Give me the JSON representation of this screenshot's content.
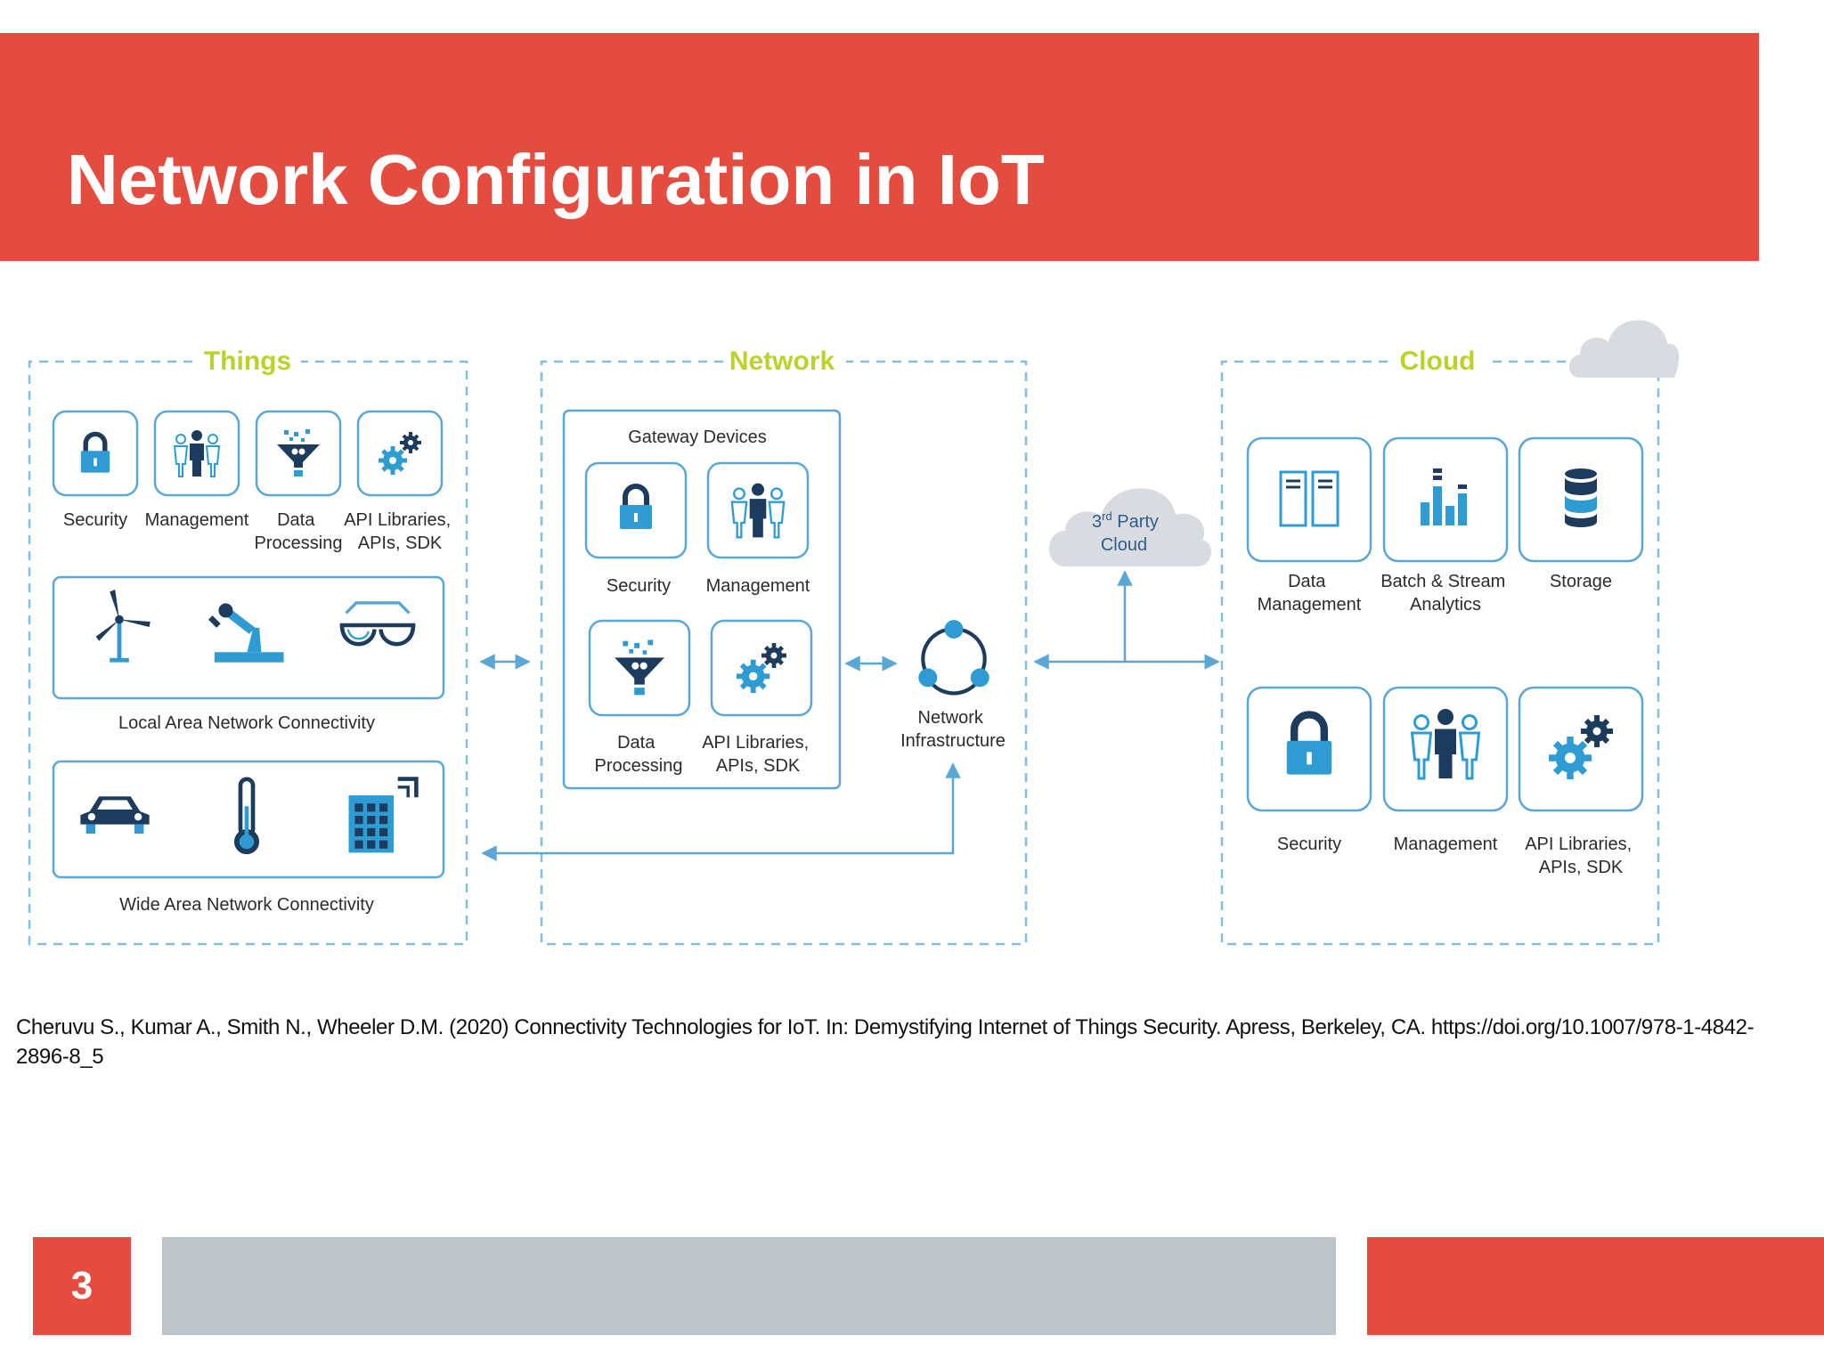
{
  "slide": {
    "title": "Network Configuration in IoT",
    "page_number": "3",
    "citation": "Cheruvu S., Kumar A., Smith N., Wheeler D.M. (2020) Connectivity Technologies for IoT. In: Demystifying Internet of Things Security. Apress, Berkeley, CA. https://doi.org/10.1007/978-1-4842-2896-8_5"
  },
  "colors": {
    "accent": "#e34c3e",
    "footer_gray": "#bdc3c7",
    "diagram_blue": "#2f9bd3",
    "diagram_navy": "#1d3b5c",
    "header_green": "#bcd22c"
  },
  "diagram": {
    "things": {
      "header": "Things",
      "items": [
        {
          "label": [
            "Security"
          ],
          "icon": "lock-icon"
        },
        {
          "label": [
            "Management"
          ],
          "icon": "people-icon"
        },
        {
          "label": [
            "Data",
            "Processing"
          ],
          "icon": "funnel-icon"
        },
        {
          "label": [
            "API Libraries,",
            "APIs, SDK"
          ],
          "icon": "gears-icon"
        }
      ],
      "lan": {
        "label": "Local Area Network Connectivity",
        "icons": [
          "wind-turbine-icon",
          "robot-arm-icon",
          "smart-glasses-icon"
        ]
      },
      "wan": {
        "label": "Wide Area Network Connectivity",
        "icons": [
          "car-icon",
          "thermometer-icon",
          "building-icon"
        ]
      }
    },
    "network": {
      "header": "Network",
      "gateway": {
        "title": "Gateway Devices",
        "items": [
          {
            "label": [
              "Security"
            ],
            "icon": "lock-icon"
          },
          {
            "label": [
              "Management"
            ],
            "icon": "people-icon"
          },
          {
            "label": [
              "Data",
              "Processing"
            ],
            "icon": "funnel-icon"
          },
          {
            "label": [
              "API Libraries,",
              "APIs, SDK"
            ],
            "icon": "gears-icon"
          }
        ]
      },
      "infrastructure": {
        "label": [
          "Network",
          "Infrastructure"
        ],
        "icon": "network-nodes-icon"
      }
    },
    "third_party_cloud": {
      "label": [
        "3",
        "rd",
        " Party",
        "Cloud"
      ]
    },
    "cloud": {
      "header": "Cloud",
      "items": [
        {
          "label": [
            "Data",
            "Management"
          ],
          "icon": "data-files-icon"
        },
        {
          "label": [
            "Batch & Stream",
            "Analytics"
          ],
          "icon": "bar-chart-icon"
        },
        {
          "label": [
            "Storage"
          ],
          "icon": "database-icon"
        },
        {
          "label": [
            "Security"
          ],
          "icon": "lock-icon"
        },
        {
          "label": [
            "Management"
          ],
          "icon": "people-icon"
        },
        {
          "label": [
            "API Libraries,",
            "APIs, SDK"
          ],
          "icon": "gears-icon"
        }
      ]
    }
  }
}
